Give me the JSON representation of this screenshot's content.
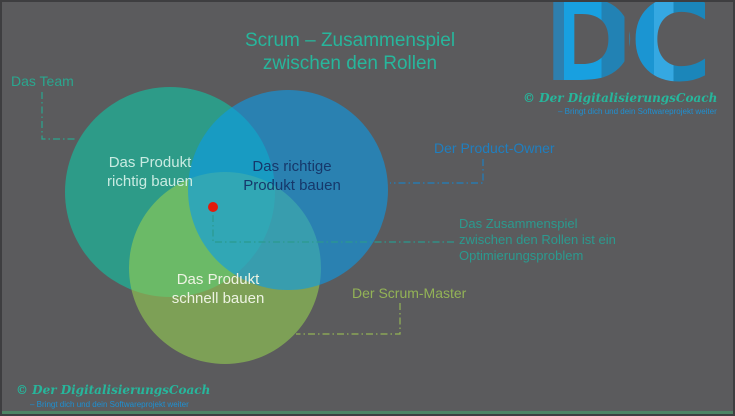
{
  "slide": {
    "background": "#5b5b5d",
    "border_color": "#3e3e40",
    "bottom_accent_color": "#4e8464"
  },
  "title": {
    "line1": "Scrum – Zusammenspiel",
    "line2": "zwischen den Rollen",
    "color": "#27b69c"
  },
  "venn": {
    "team_circle": {
      "fill": "#0FC6A5",
      "label_line1": "Das Produkt",
      "label_line2": "richtig bauen"
    },
    "product_owner_circle": {
      "fill": "#0A9BE9",
      "label_line1": "Das richtige",
      "label_line2": "Produkt bauen"
    },
    "scrum_master_circle": {
      "fill": "#94CF52",
      "label_line1": "Das Produkt",
      "label_line2": "schnell bauen"
    },
    "intersection_dot_color": "#e31b0c"
  },
  "callouts": {
    "team": {
      "label": "Das Team",
      "color": "#2aa78f"
    },
    "product_owner": {
      "label": "Der Product-Owner",
      "color": "#1f7fc0"
    },
    "scrum_master": {
      "label": "Der Scrum-Master",
      "color": "#93b356"
    },
    "center": {
      "line1": "Das Zusammenspiel",
      "line2": "zwischen den Rollen ist ein",
      "line3": "Optimierungsproblem",
      "color": "#2b9a8f"
    }
  },
  "logo": {
    "letters": "DC",
    "name": "© Der DigitalisierungsCoach",
    "tagline": "– Bringt dich und dein Softwareprojekt weiter",
    "letter_color": "#1e8fd0"
  },
  "footer": {
    "name": "© Der DigitalisierungsCoach",
    "tagline": "– Bringt dich und dein Softwareprojekt weiter"
  }
}
